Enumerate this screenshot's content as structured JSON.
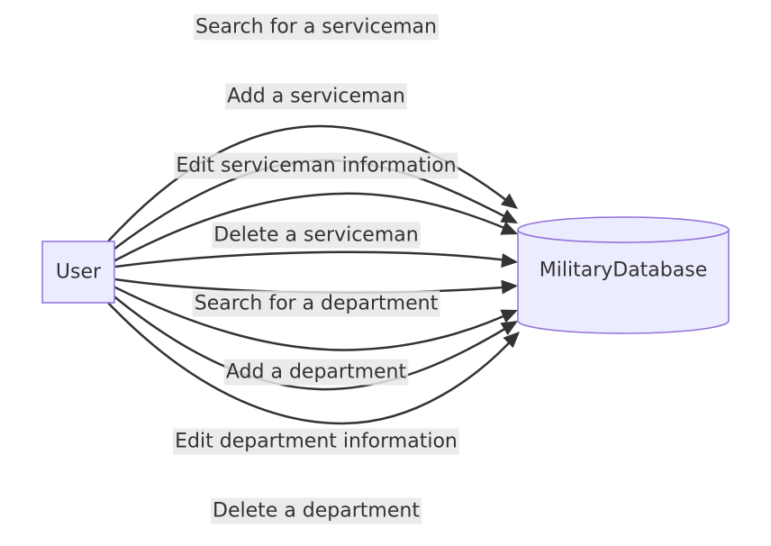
{
  "diagram": {
    "type": "flowchart",
    "direction": "left-to-right",
    "nodes": {
      "user": {
        "label": "User",
        "shape": "rectangle"
      },
      "db": {
        "label": "MilitaryDatabase",
        "shape": "cylinder"
      }
    },
    "edges": [
      {
        "from": "user",
        "to": "db",
        "label": "Search for a serviceman"
      },
      {
        "from": "user",
        "to": "db",
        "label": "Add a serviceman"
      },
      {
        "from": "user",
        "to": "db",
        "label": "Edit serviceman information"
      },
      {
        "from": "user",
        "to": "db",
        "label": "Delete a serviceman"
      },
      {
        "from": "user",
        "to": "db",
        "label": "Search for a department"
      },
      {
        "from": "user",
        "to": "db",
        "label": "Add a department"
      },
      {
        "from": "user",
        "to": "db",
        "label": "Edit department information"
      },
      {
        "from": "user",
        "to": "db",
        "label": "Delete a department"
      }
    ],
    "colors": {
      "node_fill": "#ececff",
      "node_stroke": "#9370db",
      "edge": "#333333",
      "label_background": "#e8e8e8",
      "text": "#333333"
    }
  }
}
